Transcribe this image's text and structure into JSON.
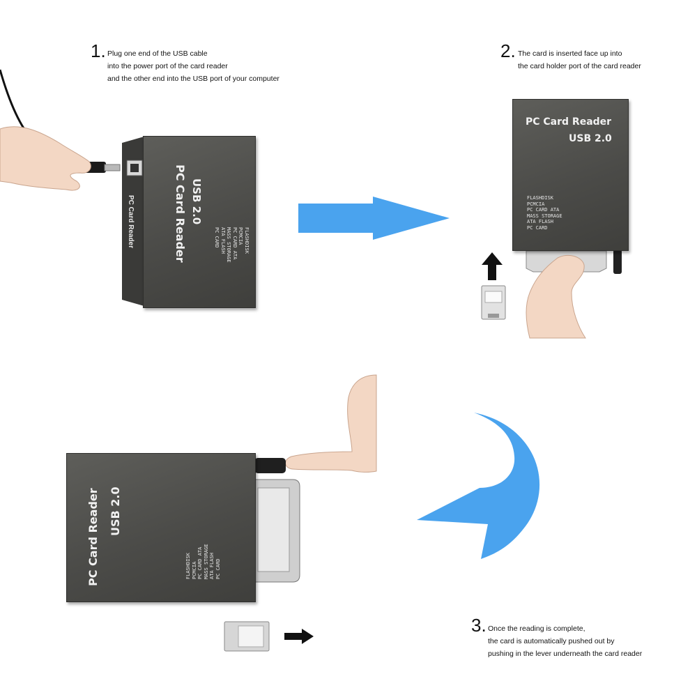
{
  "steps": [
    {
      "number": "1",
      "lines": [
        "Plug one end of the USB cable",
        "into the power port of the card reader",
        "and the other end into the USB port of your computer"
      ]
    },
    {
      "number": "2",
      "lines": [
        "The card is inserted face up into",
        "the card holder port of the card reader"
      ]
    },
    {
      "number": "3",
      "lines": [
        "Once the reading is complete,",
        "the card is automatically pushed out by",
        "pushing in the lever underneath the card reader"
      ]
    }
  ],
  "device": {
    "title": "PC Card Reader",
    "subtitle": "USB 2.0",
    "side_label": "PC Card Reader",
    "specs": [
      "FLASHDISK",
      "PCMCIA",
      "PC CARD ATA",
      "MASS STORAGE",
      "ATA FLASH",
      "PC CARD"
    ]
  },
  "colors": {
    "flow_arrow": "#4aa3ee",
    "device_body": "#4b4b48",
    "card": "#cfcfcf"
  },
  "icons": [
    "right-arrow-icon",
    "curved-arrow-icon",
    "up-arrow-icon",
    "small-right-arrow-icon",
    "hand-icon",
    "usb-cable-icon",
    "pc-card-icon"
  ]
}
